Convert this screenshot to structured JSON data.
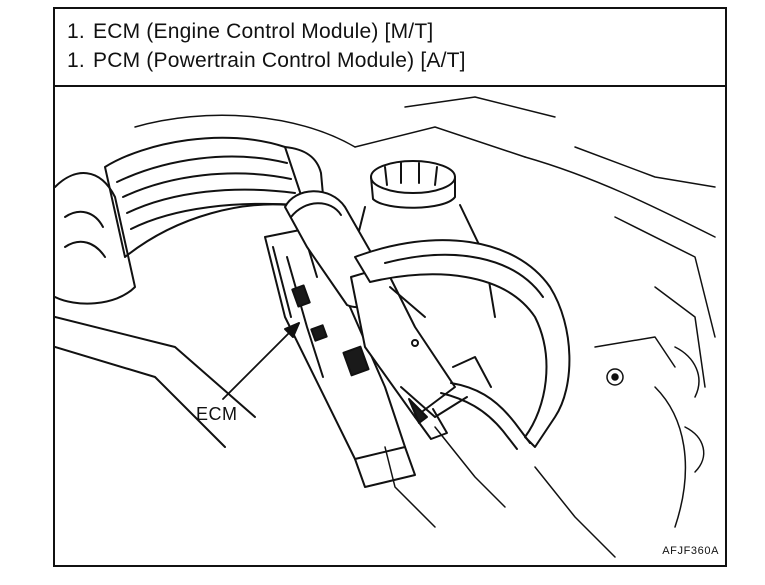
{
  "captions": [
    {
      "number": "1.",
      "text": "ECM (Engine Control Module) [M/T]"
    },
    {
      "number": "1.",
      "text": "PCM (Powertrain Control Module) [A/T]"
    }
  ],
  "callout": {
    "label": "ECM"
  },
  "figure_code": "AFJF360A",
  "colors": {
    "line": "#111111",
    "dark_fill": "#1a1a1a",
    "background": "#ffffff"
  }
}
